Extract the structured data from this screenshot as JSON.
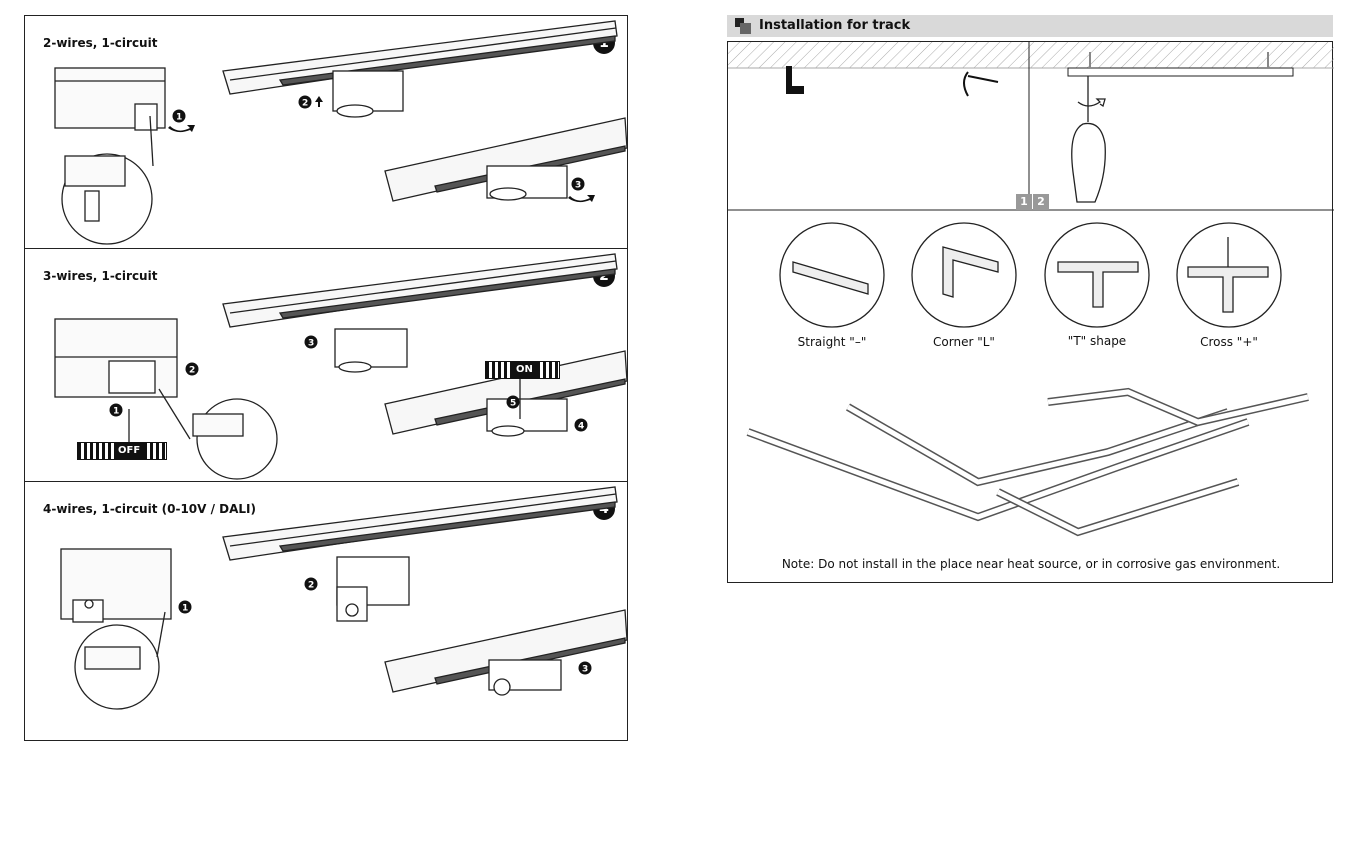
{
  "left": {
    "sections": [
      {
        "label": "2-wires, 1-circuit",
        "number": "1",
        "steps": [
          "1",
          "2",
          "3"
        ]
      },
      {
        "label": "3-wires, 1-circuit",
        "number": "2",
        "steps": [
          "1",
          "2",
          "3",
          "4",
          "5"
        ],
        "switch_on": "ON",
        "switch_off": "OFF"
      },
      {
        "label": "4-wires, 1-circuit (0-10V / DALI)",
        "number": "4",
        "steps": [
          "1",
          "2",
          "3"
        ]
      }
    ]
  },
  "right": {
    "header": {
      "title": "Installation for track",
      "icon": "page-section-icon"
    },
    "step_tags": [
      "1",
      "2"
    ],
    "connectors": [
      {
        "label": "Straight \"–\""
      },
      {
        "label": "Corner \"L\""
      },
      {
        "label": "\"T\" shape"
      },
      {
        "label": "Cross \"+\""
      }
    ],
    "note": "Note: Do not install in the place near heat source, or in corrosive gas environment."
  }
}
